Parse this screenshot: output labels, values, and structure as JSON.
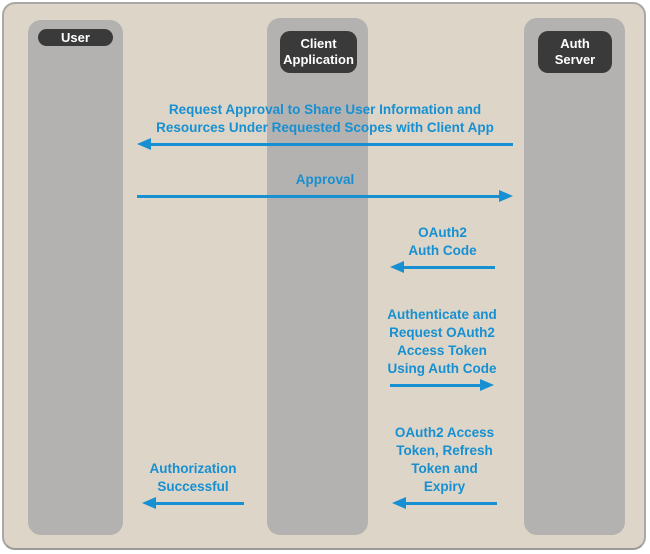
{
  "colors": {
    "background": "#ddd5c7",
    "border": "#a9a8a6",
    "lifeline": "#b3b2b1",
    "actor_box": "#3a3a3a",
    "actor_text": "#ffffff",
    "arrow_blue": "#1690d2"
  },
  "actors": [
    {
      "id": "user",
      "label": "User"
    },
    {
      "id": "client-application",
      "label": "Client\nApplication"
    },
    {
      "id": "auth-server",
      "label": "Auth\nServer"
    }
  ],
  "messages": [
    {
      "label": "Request Approval to Share User Information and\nResources Under Requested Scopes with Client App",
      "direction": "left",
      "from": "auth-server",
      "to": "user"
    },
    {
      "label": "Approval",
      "direction": "right",
      "from": "user",
      "to": "auth-server"
    },
    {
      "label": "OAuth2\nAuth Code",
      "direction": "left",
      "from": "auth-server",
      "to": "client-application"
    },
    {
      "label": "Authenticate and\nRequest OAuth2\nAccess Token\nUsing Auth Code",
      "direction": "right",
      "from": "client-application",
      "to": "auth-server"
    },
    {
      "label": "OAuth2 Access\nToken, Refresh\nToken and\nExpiry",
      "direction": "left",
      "from": "auth-server",
      "to": "client-application"
    },
    {
      "label": "Authorization\nSuccessful",
      "direction": "left",
      "from": "client-application",
      "to": "user"
    }
  ]
}
